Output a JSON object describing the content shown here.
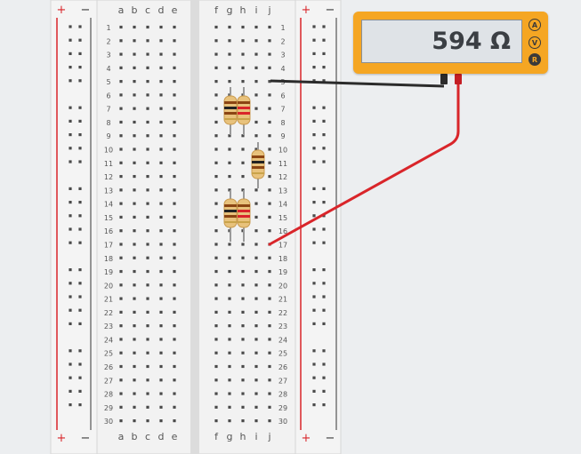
{
  "breadboard": {
    "left_rail_labels": {
      "plus": "+",
      "minus": "−"
    },
    "right_rail_labels": {
      "plus": "+",
      "minus": "−"
    },
    "columns_left": [
      "a",
      "b",
      "c",
      "d",
      "e"
    ],
    "columns_right": [
      "f",
      "g",
      "h",
      "i",
      "j"
    ],
    "rows": [
      "1",
      "2",
      "3",
      "4",
      "5",
      "6",
      "7",
      "8",
      "9",
      "10",
      "11",
      "12",
      "13",
      "14",
      "15",
      "16",
      "17",
      "18",
      "19",
      "20",
      "21",
      "22",
      "23",
      "24",
      "25",
      "26",
      "27",
      "28",
      "29",
      "30"
    ]
  },
  "multimeter": {
    "reading": "594 Ω",
    "modes": [
      {
        "label": "A",
        "active": false
      },
      {
        "label": "V",
        "active": false
      },
      {
        "label": "R",
        "active": true
      }
    ]
  },
  "colors": {
    "rail_red": "#d9252a",
    "probe_black": "#2b2b2b",
    "wire_red": "#d9252a",
    "multimeter_body": "#f5a623"
  }
}
